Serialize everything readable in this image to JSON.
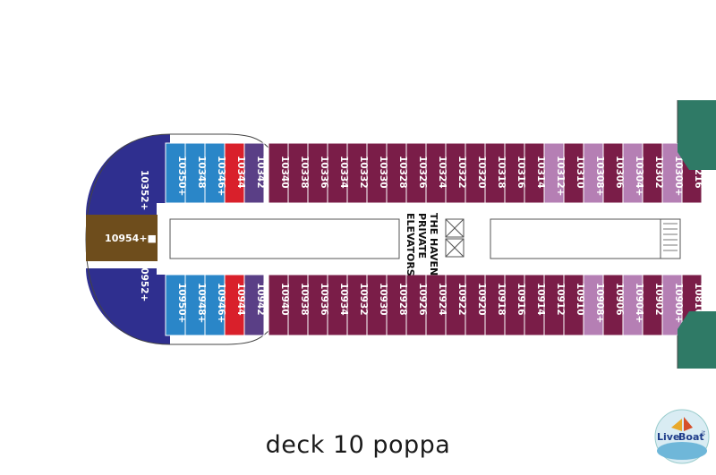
{
  "caption": "deck 10 poppa",
  "elevators_text": [
    "THE HAVEN",
    "PRIVATE",
    "ELEVATORS"
  ],
  "cabins_top": [
    {
      "label": "10352",
      "suffix": "+",
      "cat": "navy"
    },
    {
      "label": "10350",
      "suffix": "+",
      "cat": "blue"
    },
    {
      "label": "10348",
      "suffix": "",
      "cat": "blue"
    },
    {
      "label": "10346",
      "suffix": "+",
      "cat": "blue"
    },
    {
      "label": "10344",
      "suffix": "",
      "cat": "red"
    },
    {
      "label": "10342",
      "suffix": "",
      "cat": "violet"
    },
    {
      "label": "10340",
      "suffix": "",
      "cat": "purple"
    },
    {
      "label": "10338",
      "suffix": "",
      "cat": "purple"
    },
    {
      "label": "10336",
      "suffix": "",
      "cat": "purple"
    },
    {
      "label": "10334",
      "suffix": "",
      "cat": "purple"
    },
    {
      "label": "10332",
      "suffix": "",
      "cat": "purple"
    },
    {
      "label": "10330",
      "suffix": "",
      "cat": "purple"
    },
    {
      "label": "10328",
      "suffix": "",
      "cat": "purple"
    },
    {
      "label": "10326",
      "suffix": "",
      "cat": "purple"
    },
    {
      "label": "10324",
      "suffix": "",
      "cat": "purple"
    },
    {
      "label": "10322",
      "suffix": "",
      "cat": "purple"
    },
    {
      "label": "10320",
      "suffix": "",
      "cat": "purple"
    },
    {
      "label": "10318",
      "suffix": "",
      "cat": "purple"
    },
    {
      "label": "10316",
      "suffix": "",
      "cat": "purple"
    },
    {
      "label": "10314",
      "suffix": "",
      "cat": "purple"
    },
    {
      "label": "10312",
      "suffix": "+",
      "cat": "lilac"
    },
    {
      "label": "10310",
      "suffix": "",
      "cat": "purple"
    },
    {
      "label": "10308",
      "suffix": "+",
      "cat": "lilac"
    },
    {
      "label": "10306",
      "suffix": "",
      "cat": "purple"
    },
    {
      "label": "10304",
      "suffix": "+",
      "cat": "lilac"
    },
    {
      "label": "10302",
      "suffix": "",
      "cat": "purple"
    },
    {
      "label": "10300",
      "suffix": "+",
      "cat": "lilac"
    },
    {
      "label": "10216",
      "suffix": "",
      "cat": "purple"
    }
  ],
  "cabins_bottom": [
    {
      "label": "10952",
      "suffix": "+",
      "cat": "navy"
    },
    {
      "label": "10950",
      "suffix": "+",
      "cat": "blue"
    },
    {
      "label": "10948",
      "suffix": "+",
      "cat": "blue"
    },
    {
      "label": "10946",
      "suffix": "+",
      "cat": "blue"
    },
    {
      "label": "10944",
      "suffix": "",
      "cat": "red"
    },
    {
      "label": "10942",
      "suffix": "",
      "cat": "violet"
    },
    {
      "label": "10940",
      "suffix": "",
      "cat": "purple"
    },
    {
      "label": "10938",
      "suffix": "",
      "cat": "purple"
    },
    {
      "label": "10936",
      "suffix": "",
      "cat": "purple"
    },
    {
      "label": "10934",
      "suffix": "",
      "cat": "purple"
    },
    {
      "label": "10932",
      "suffix": "",
      "cat": "purple"
    },
    {
      "label": "10930",
      "suffix": "",
      "cat": "purple"
    },
    {
      "label": "10928",
      "suffix": "",
      "cat": "purple"
    },
    {
      "label": "10926",
      "suffix": "",
      "cat": "purple"
    },
    {
      "label": "10924",
      "suffix": "",
      "cat": "purple"
    },
    {
      "label": "10922",
      "suffix": "",
      "cat": "purple"
    },
    {
      "label": "10920",
      "suffix": "",
      "cat": "purple"
    },
    {
      "label": "10918",
      "suffix": "",
      "cat": "purple"
    },
    {
      "label": "10916",
      "suffix": "",
      "cat": "purple"
    },
    {
      "label": "10914",
      "suffix": "",
      "cat": "purple"
    },
    {
      "label": "10912",
      "suffix": "",
      "cat": "purple"
    },
    {
      "label": "10910",
      "suffix": "",
      "cat": "purple"
    },
    {
      "label": "10908",
      "suffix": "+",
      "cat": "lilac"
    },
    {
      "label": "10906",
      "suffix": "",
      "cat": "purple"
    },
    {
      "label": "10904",
      "suffix": "+",
      "cat": "lilac"
    },
    {
      "label": "10902",
      "suffix": "",
      "cat": "purple"
    },
    {
      "label": "10900",
      "suffix": "+",
      "cat": "lilac"
    },
    {
      "label": "10816",
      "suffix": "■",
      "cat": "purple"
    }
  ],
  "stern_cabin": {
    "label": "10954",
    "suffix": "+■",
    "cat": "brown"
  },
  "colors": {
    "navy": "#2f2f8f",
    "blue": "#2a86c8",
    "red": "#d9202b",
    "violet": "#5a3f86",
    "purple": "#7a1d48",
    "lilac": "#b57fb4",
    "brown": "#6e4d1c",
    "green": "#2f7a66"
  },
  "logo": {
    "line1": "Live",
    "line2": "Boat",
    "tld": ".it"
  }
}
